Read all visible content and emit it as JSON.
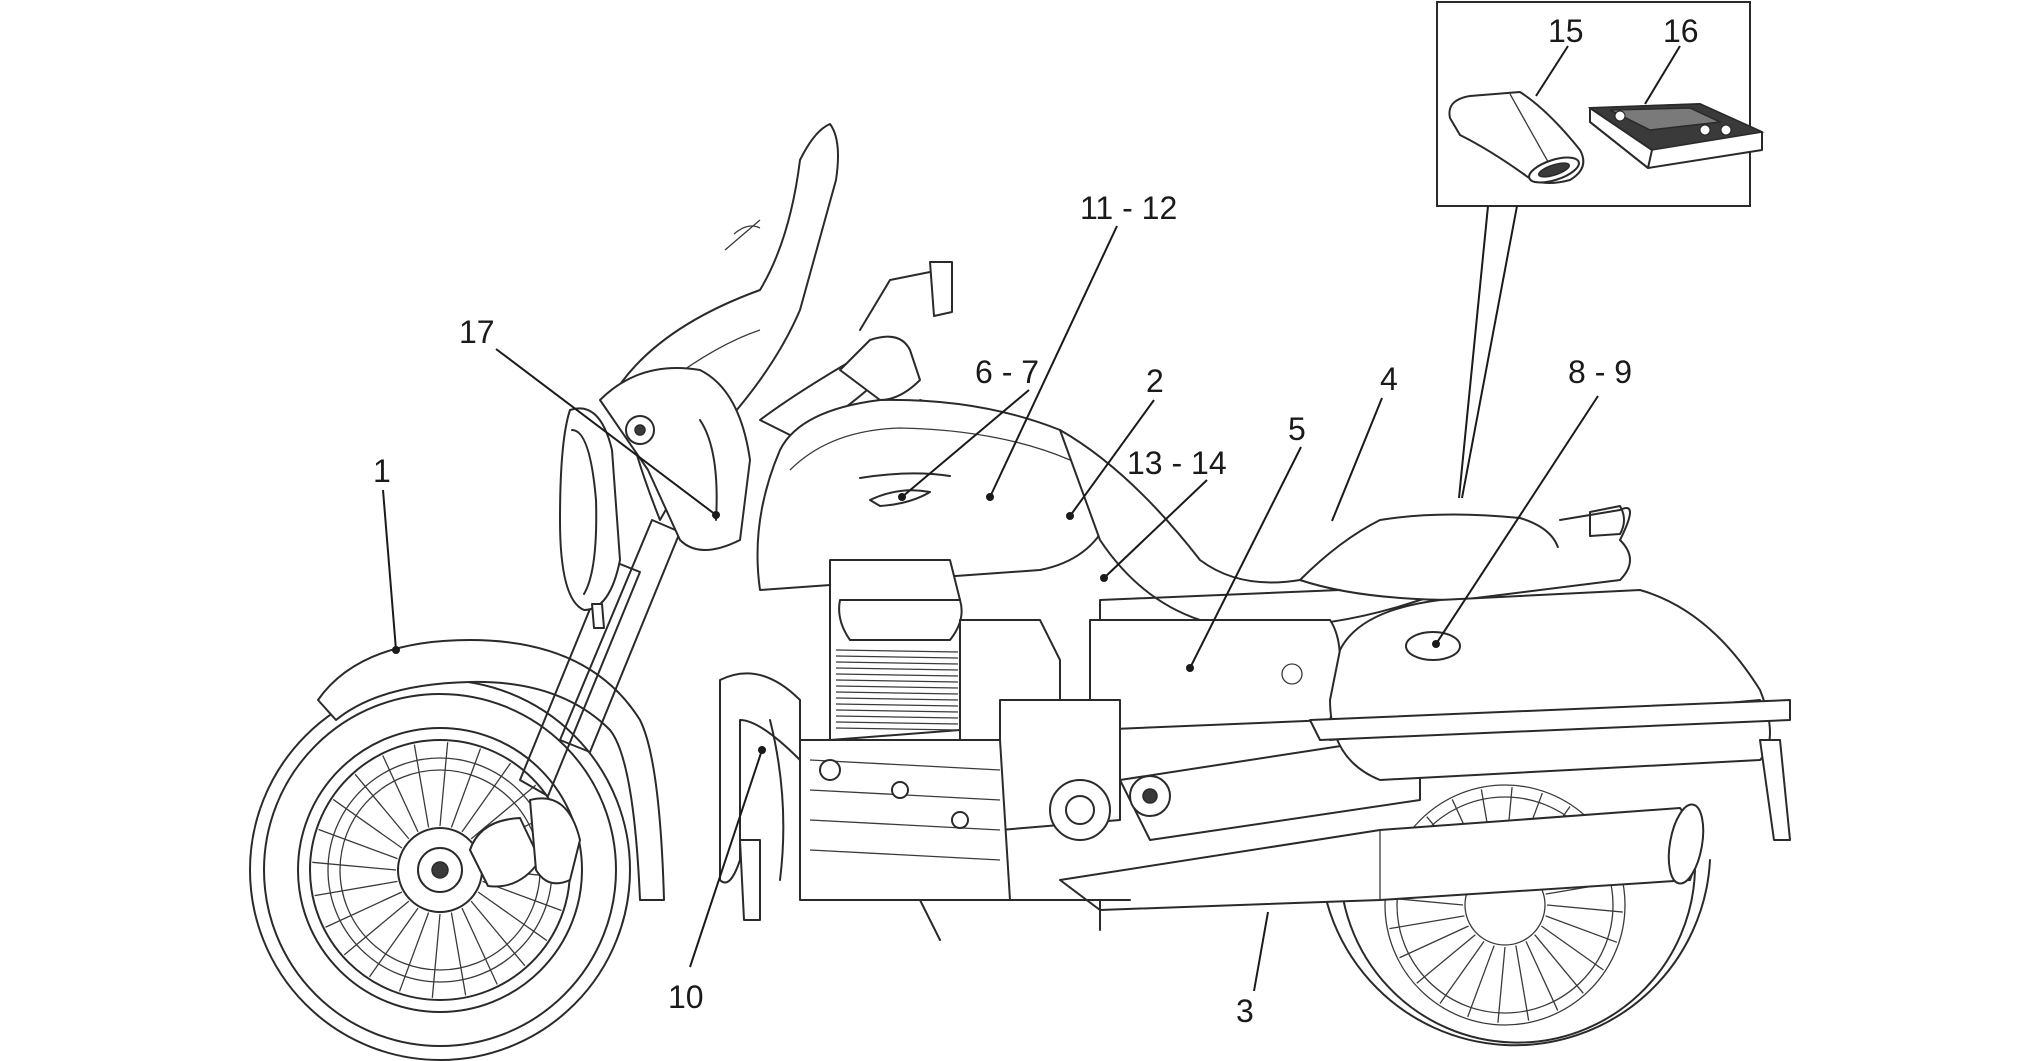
{
  "callouts": [
    {
      "id": "1",
      "label": "1"
    },
    {
      "id": "2",
      "label": "2"
    },
    {
      "id": "3",
      "label": "3"
    },
    {
      "id": "4",
      "label": "4"
    },
    {
      "id": "5",
      "label": "5"
    },
    {
      "id": "6-7",
      "label": "6 - 7"
    },
    {
      "id": "8-9",
      "label": "8 - 9"
    },
    {
      "id": "10",
      "label": "10"
    },
    {
      "id": "11-12",
      "label": "11 - 12"
    },
    {
      "id": "13-14",
      "label": "13 - 14"
    },
    {
      "id": "15",
      "label": "15"
    },
    {
      "id": "16",
      "label": "16"
    },
    {
      "id": "17",
      "label": "17"
    }
  ],
  "colors": {
    "line": "#1a1a1a",
    "background": "#ffffff"
  }
}
